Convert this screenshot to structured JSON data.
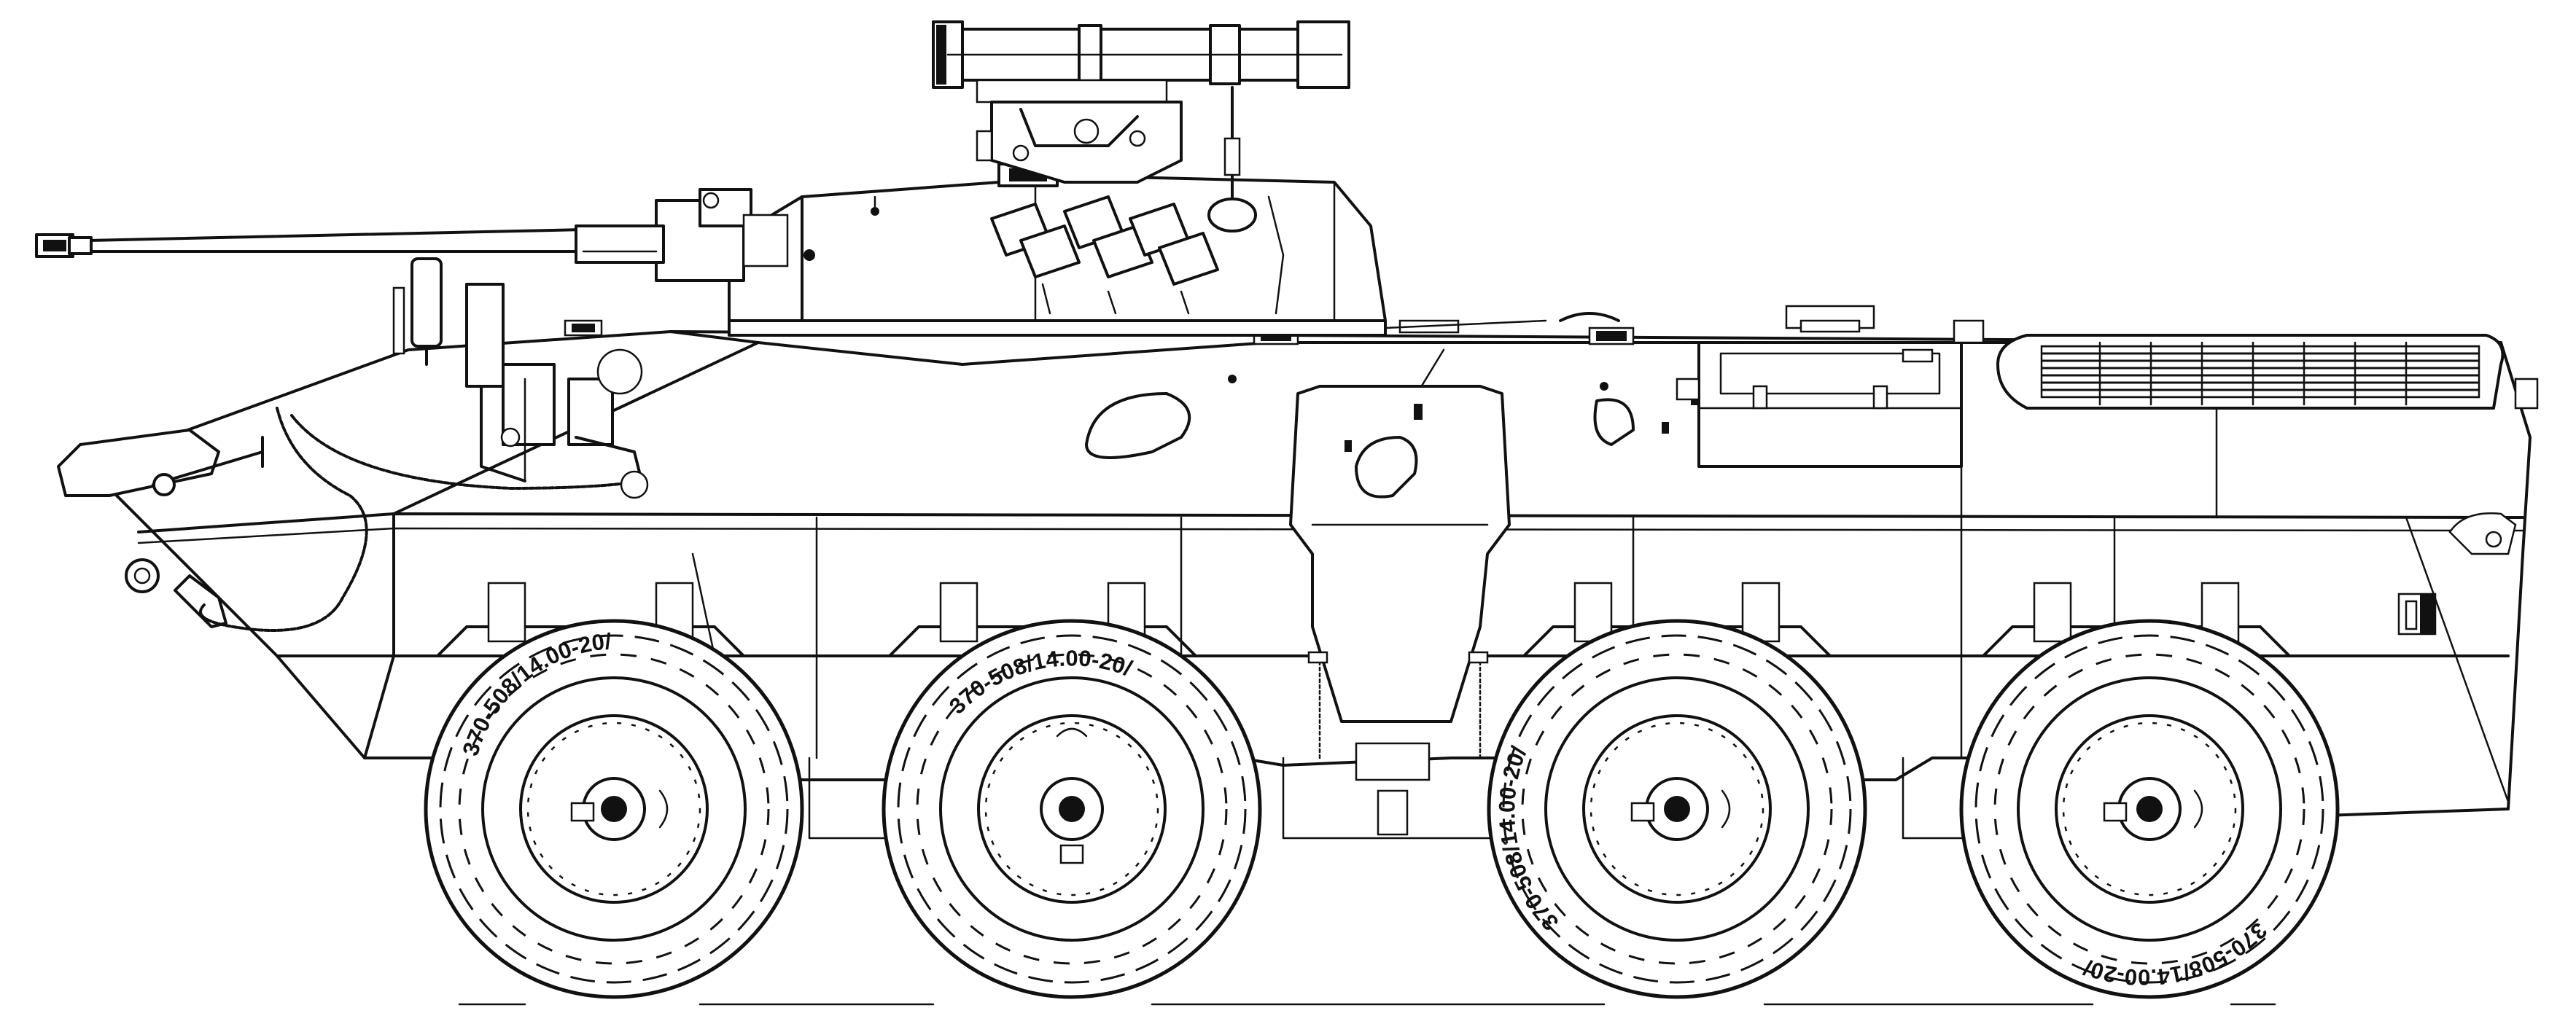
{
  "drawing": {
    "kind": "line drawing",
    "background": "#ffffff",
    "line_color": "#111111"
  },
  "tire_markings": [
    {
      "text": "370-508/14.00-20/"
    },
    {
      "text": "370-508/14.00-20/"
    },
    {
      "text": "370-508/14.00-20/"
    },
    {
      "text": "370-508/14.00-20/"
    }
  ]
}
